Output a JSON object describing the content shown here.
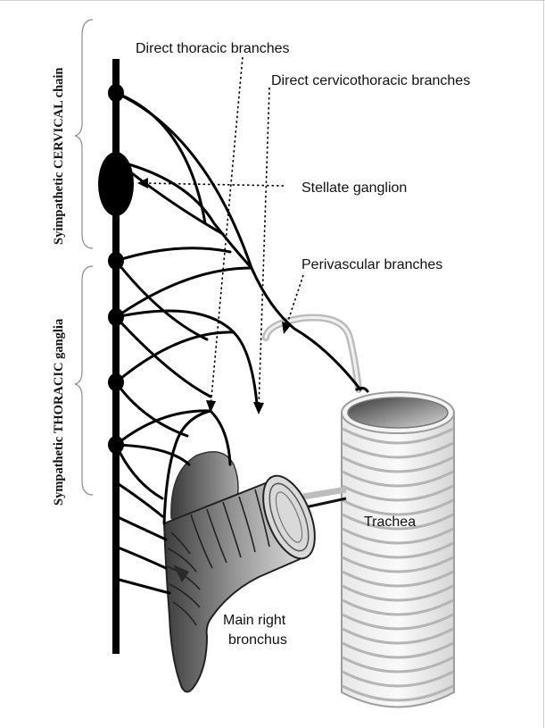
{
  "labels": {
    "direct_thoracic": "Direct thoracic branches",
    "direct_cervicothoracic": "Direct cervicothoracic branches",
    "stellate": "Stellate ganglion",
    "perivascular": "Perivascular branches",
    "trachea": "Trachea",
    "bronchus_line1": "Main right",
    "bronchus_line2": "bronchus",
    "cervical_chain": "Syimpathetic CERVICAL chain",
    "thoracic_ganglia": "Sympathetic THORACIC ganglia"
  },
  "colors": {
    "nerve": "#000000",
    "trachea_ring": "#b8b8b8",
    "bronchus_dark": "#4a4a4a",
    "bronchus_light": "#cfcfcf",
    "frame": "#cfcfcf"
  }
}
